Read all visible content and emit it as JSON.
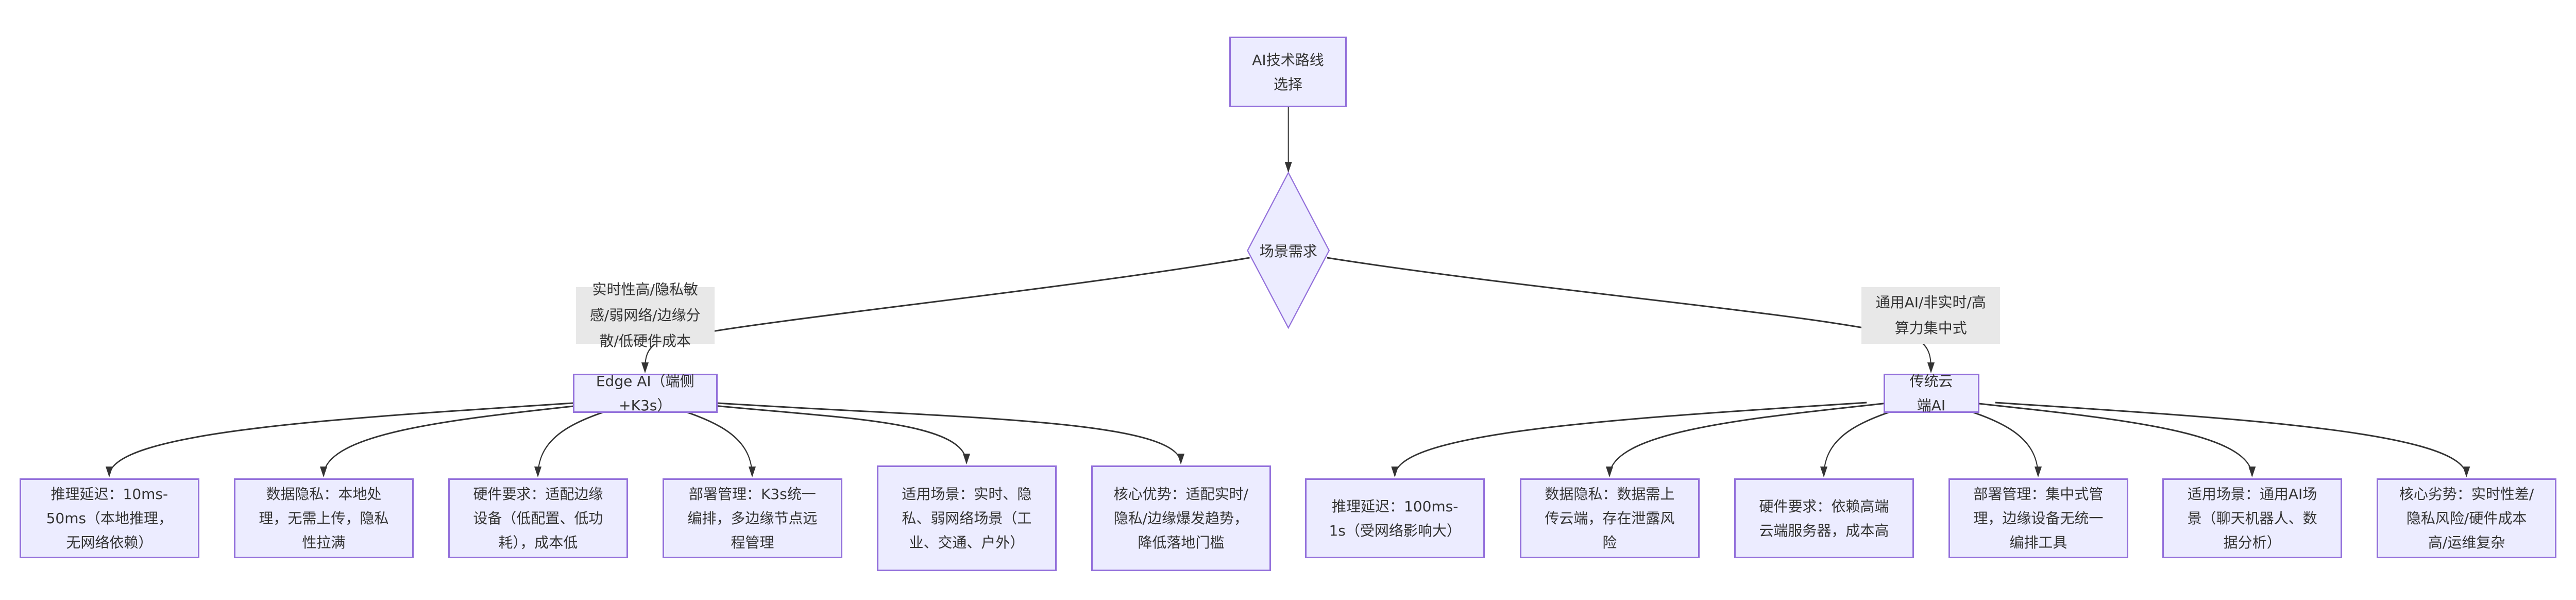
{
  "diagram": {
    "root": {
      "label": "AI技术路线选择"
    },
    "decision": {
      "label": "场景需求"
    },
    "branches": [
      {
        "edge_label": "实时性高/隐私敏感/弱网络/边缘分散/低硬件成本",
        "label": "Edge AI（端侧+K3s）",
        "children": [
          "推理延迟：10ms-50ms（本地推理，无网络依赖）",
          "数据隐私：本地处理，无需上传，隐私性拉满",
          "硬件要求：适配边缘设备（低配置、低功耗），成本低",
          "部署管理：K3s统一编排，多边缘节点远程管理",
          "适用场景：实时、隐私、弱网络场景（工业、交通、户外）",
          "核心优势：适配实时/隐私/边缘爆发趋势，降低落地门槛"
        ]
      },
      {
        "edge_label": "通用AI/非实时/高算力集中式",
        "label": "传统云端AI",
        "children": [
          "推理延迟：100ms-1s（受网络影响大）",
          "数据隐私：数据需上传云端，存在泄露风险",
          "硬件要求：依赖高端云端服务器，成本高",
          "部署管理：集中式管理，边缘设备无统一编排工具",
          "适用场景：通用AI场景（聊天机器人、数据分析）",
          "核心劣势：实时性差/隐私风险/硬件成本高/运维复杂"
        ]
      }
    ],
    "colors": {
      "node_fill": "#ECECFF",
      "node_stroke": "#9370DB",
      "edge": "#333333",
      "edge_label_bg": "#e8e8e8",
      "text": "#333333"
    }
  }
}
